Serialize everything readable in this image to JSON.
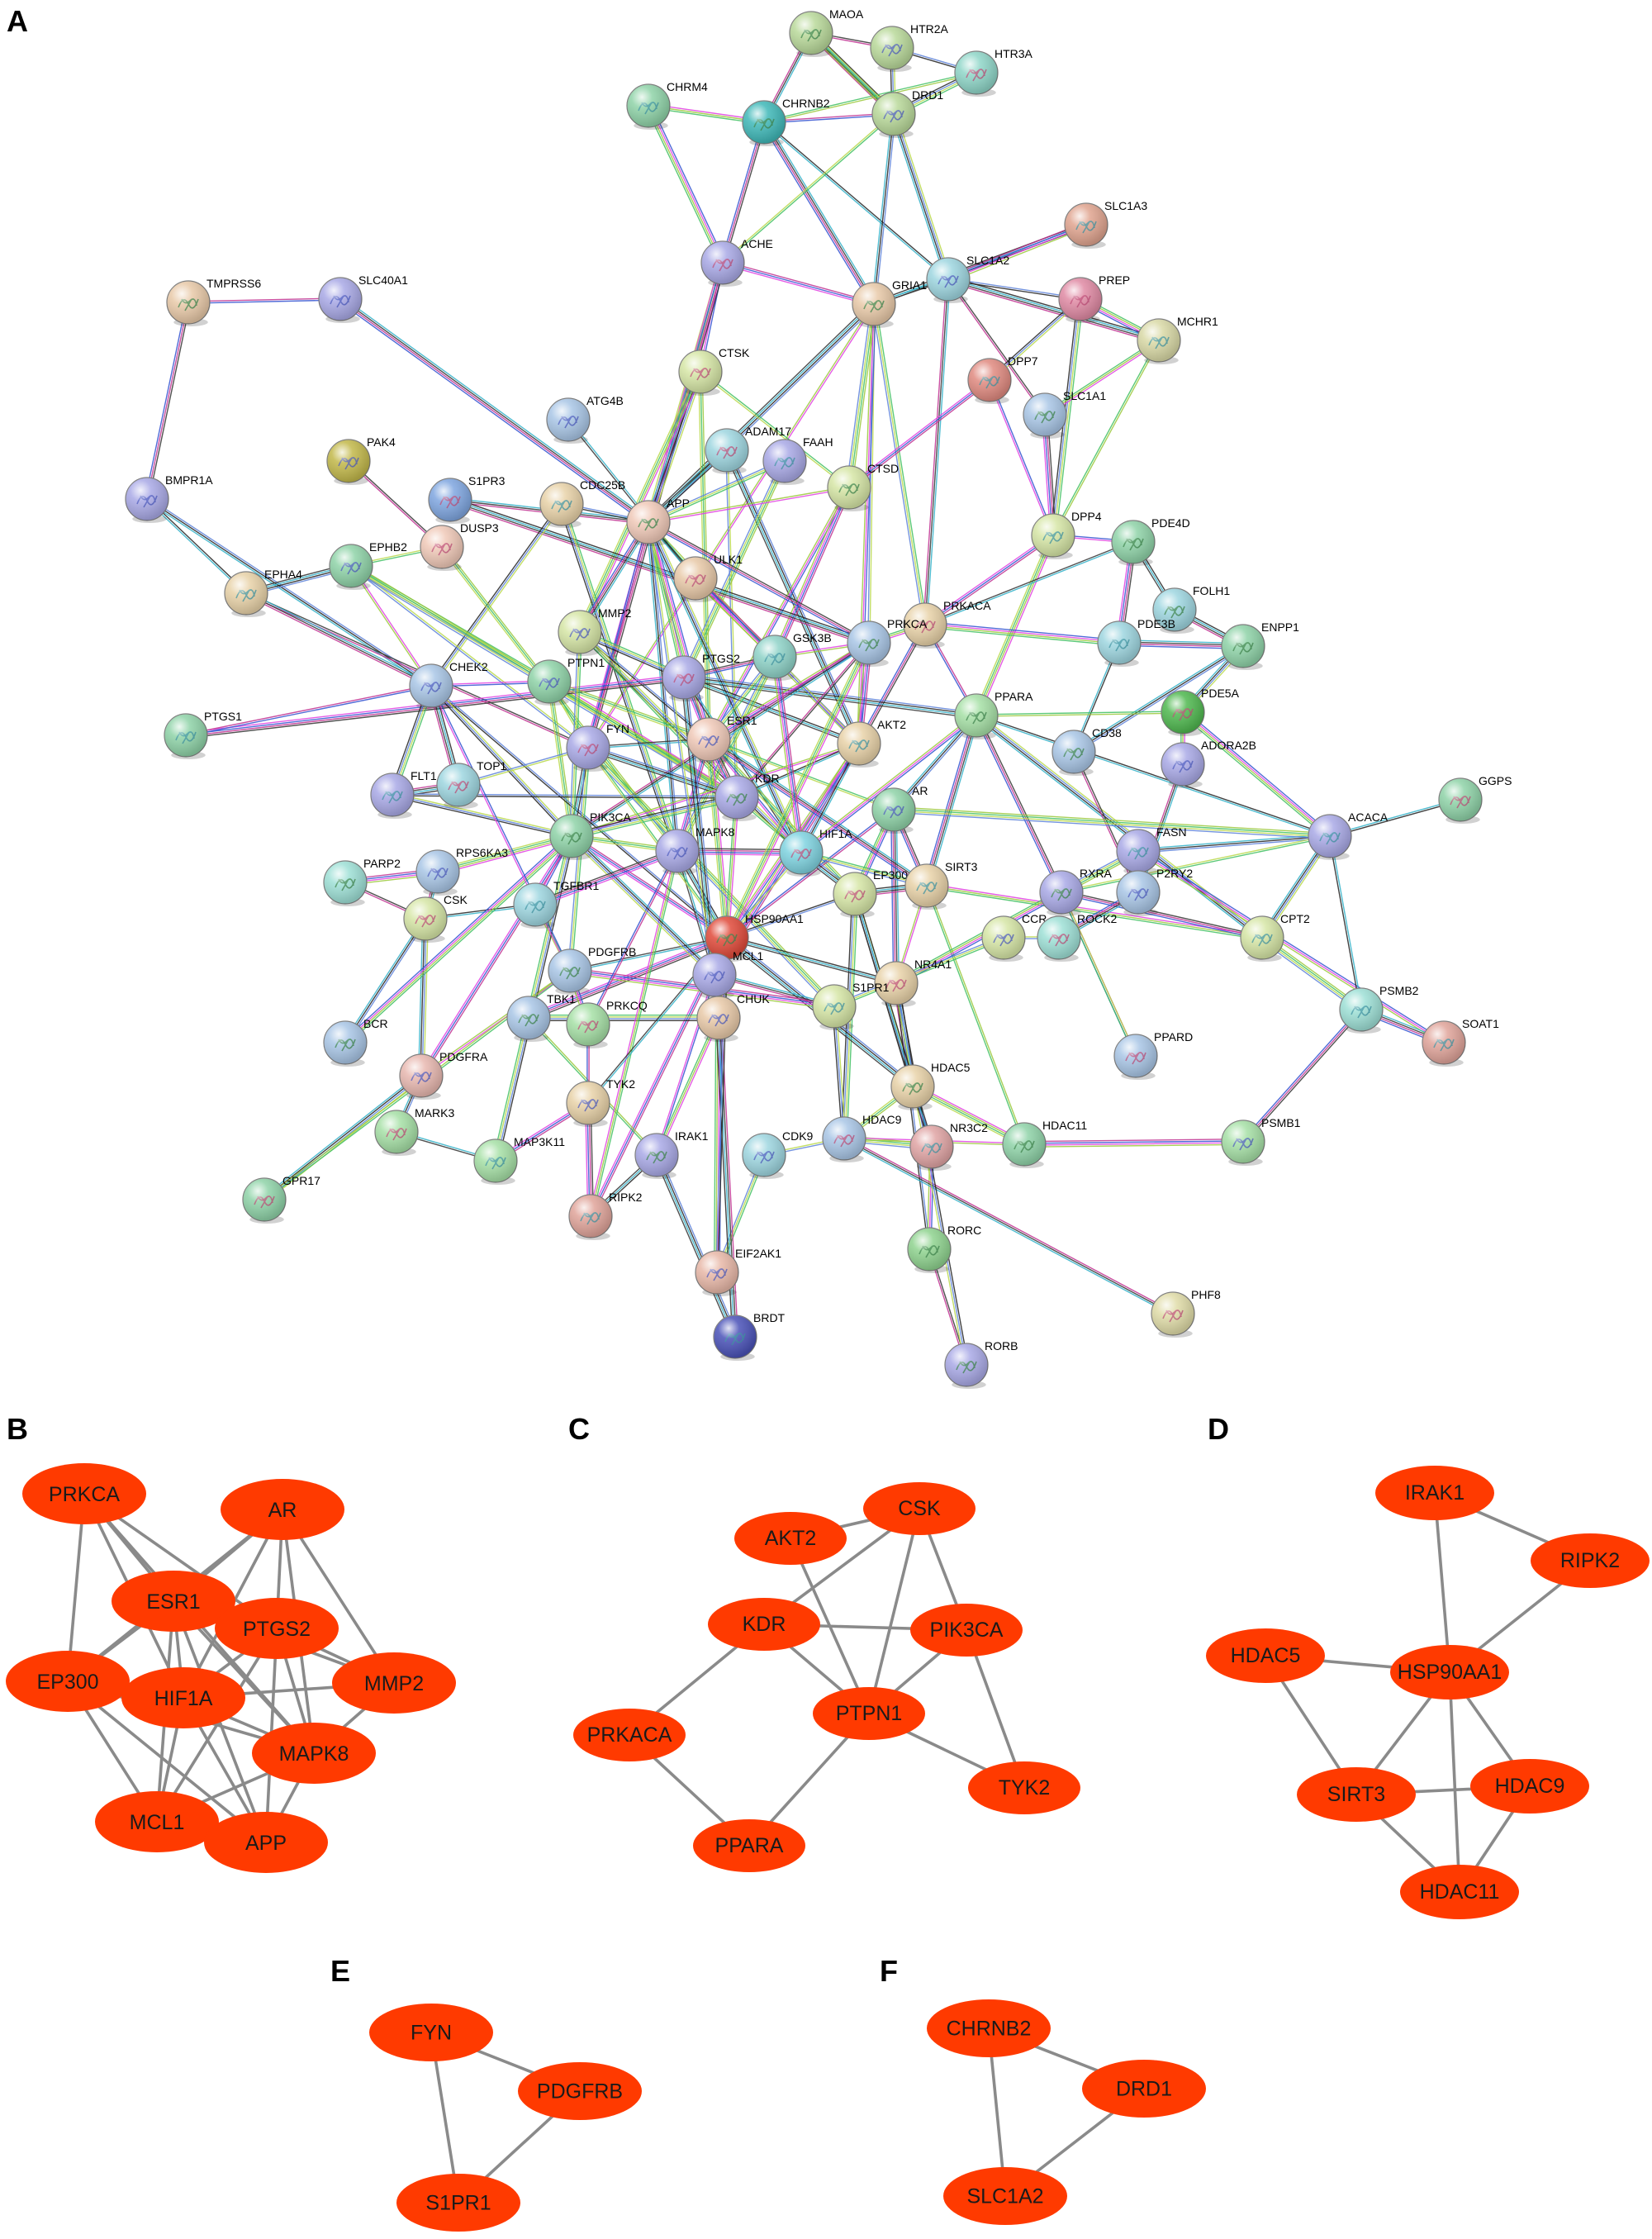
{
  "panel_A": {
    "letter": "A",
    "nodes": [
      {
        "label": "MAOA",
        "color": "#b9d99a"
      },
      {
        "label": "HTR2A",
        "color": "#b9d99a"
      },
      {
        "label": "HTR3A",
        "color": "#8fd6c8"
      },
      {
        "label": "CHRM4",
        "color": "#8fd3a8"
      },
      {
        "label": "CHRNB2",
        "color": "#3fb8b8"
      },
      {
        "label": "DRD1",
        "color": "#b9d99a"
      },
      {
        "label": "ACHE",
        "color": "#a9a9e6"
      },
      {
        "label": "SLC1A3",
        "color": "#e0a48f"
      },
      {
        "label": "GRIA1",
        "color": "#e8c9a8"
      },
      {
        "label": "SLC1A2",
        "color": "#9ed6e0"
      },
      {
        "label": "PREP",
        "color": "#e08aa4"
      },
      {
        "label": "MCHR1",
        "color": "#d9d9a6"
      },
      {
        "label": "TMPRSS6",
        "color": "#e8c9a8"
      },
      {
        "label": "SLC40A1",
        "color": "#a9a9e6"
      },
      {
        "label": "CTSK",
        "color": "#d6e6a6"
      },
      {
        "label": "DPP7",
        "color": "#e08a80"
      },
      {
        "label": "SLC1A1",
        "color": "#a9c6e6"
      },
      {
        "label": "ATG4B",
        "color": "#a9c6e6"
      },
      {
        "label": "ADAM17",
        "color": "#9ed6e0"
      },
      {
        "label": "FAAH",
        "color": "#a9a9e6"
      },
      {
        "label": "CTSD",
        "color": "#d6e6a6"
      },
      {
        "label": "PAK4",
        "color": "#c2b84a"
      },
      {
        "label": "S1PR3",
        "color": "#7fa6e0"
      },
      {
        "label": "CDC25B",
        "color": "#e8d2a8"
      },
      {
        "label": "APP",
        "color": "#f0c9b8"
      },
      {
        "label": "BMPR1A",
        "color": "#a9a9e6"
      },
      {
        "label": "DUSP3",
        "color": "#f0c9b8"
      },
      {
        "label": "DPP4",
        "color": "#d6e6a6"
      },
      {
        "label": "PDE4D",
        "color": "#8fd3a8"
      },
      {
        "label": "EPHB2",
        "color": "#8fd3a8"
      },
      {
        "label": "ULK1",
        "color": "#e8c9a8"
      },
      {
        "label": "EPHA4",
        "color": "#e8d2a8"
      },
      {
        "label": "FOLH1",
        "color": "#9ed6e0"
      },
      {
        "label": "MMP2",
        "color": "#d6e6a6"
      },
      {
        "label": "PRKACA",
        "color": "#e8d2a8"
      },
      {
        "label": "PDE3B",
        "color": "#9ed6e0"
      },
      {
        "label": "ENPP1",
        "color": "#8fd3a8"
      },
      {
        "label": "PTPN1",
        "color": "#8fd3a8"
      },
      {
        "label": "PTGS2",
        "color": "#a9a9e6"
      },
      {
        "label": "GSK3B",
        "color": "#8fd3c8"
      },
      {
        "label": "PRKCA",
        "color": "#a9c6e6"
      },
      {
        "label": "CHEK2",
        "color": "#a9c6e6"
      },
      {
        "label": "PDE5A",
        "color": "#4fb84f"
      },
      {
        "label": "PTGS1",
        "color": "#8fd3a8"
      },
      {
        "label": "PPARA",
        "color": "#a6e0a6"
      },
      {
        "label": "ESR1",
        "color": "#f0c9b8"
      },
      {
        "label": "FYN",
        "color": "#a9a9e6"
      },
      {
        "label": "AKT2",
        "color": "#e8d2a8"
      },
      {
        "label": "CD38",
        "color": "#a9c6e6"
      },
      {
        "label": "ADORA2B",
        "color": "#a9a9e6"
      },
      {
        "label": "TOP1",
        "color": "#9ed6e0"
      },
      {
        "label": "FLT1",
        "color": "#a9a9e6"
      },
      {
        "label": "KDR",
        "color": "#a9a9e6"
      },
      {
        "label": "AR",
        "color": "#8fd3a8"
      },
      {
        "label": "GGPS",
        "color": "#8fd3a8"
      },
      {
        "label": "ACACA",
        "color": "#a9a9e6"
      },
      {
        "label": "PIK3CA",
        "color": "#8fd3a8"
      },
      {
        "label": "MAPK8",
        "color": "#a9a9e6"
      },
      {
        "label": "HIF1A",
        "color": "#7fd3e0"
      },
      {
        "label": "FASN",
        "color": "#a9a9e6"
      },
      {
        "label": "PARP2",
        "color": "#9ee0d6"
      },
      {
        "label": "RPS6KA3",
        "color": "#a9c6e6"
      },
      {
        "label": "EP300",
        "color": "#d6e6a6"
      },
      {
        "label": "SIRT3",
        "color": "#e8d2a8"
      },
      {
        "label": "RXRA",
        "color": "#a9a9e6"
      },
      {
        "label": "P2RY2",
        "color": "#a9c6e6"
      },
      {
        "label": "CSK",
        "color": "#d6e6a6"
      },
      {
        "label": "TGFBR1",
        "color": "#9ed6e0"
      },
      {
        "label": "HSP90AA1",
        "color": "#e04a3a"
      },
      {
        "label": "CCR",
        "color": "#d6e6a6"
      },
      {
        "label": "ROCK2",
        "color": "#9ee0d6"
      },
      {
        "label": "CPT2",
        "color": "#d6e6a6"
      },
      {
        "label": "PDGFRB",
        "color": "#a9c6e6"
      },
      {
        "label": "MCL1",
        "color": "#a9a9e6"
      },
      {
        "label": "NR4A1",
        "color": "#e8d2a8"
      },
      {
        "label": "S1PR1",
        "color": "#d6e6a6"
      },
      {
        "label": "TBK1",
        "color": "#a9c6e6"
      },
      {
        "label": "CHUK",
        "color": "#e8c9a8"
      },
      {
        "label": "PRKCQ",
        "color": "#a6e0a6"
      },
      {
        "label": "PSMB2",
        "color": "#9ee0d6"
      },
      {
        "label": "BCR",
        "color": "#a9c6e6"
      },
      {
        "label": "PDGFRA",
        "color": "#e8b8b0"
      },
      {
        "label": "PPARD",
        "color": "#a9c6e6"
      },
      {
        "label": "SOAT1",
        "color": "#e0a49a"
      },
      {
        "label": "HDAC5",
        "color": "#e8d2a8"
      },
      {
        "label": "TYK2",
        "color": "#e8d2a8"
      },
      {
        "label": "MARK3",
        "color": "#a6e0a6"
      },
      {
        "label": "MAP3K11",
        "color": "#a6e0a6"
      },
      {
        "label": "IRAK1",
        "color": "#a9a9e6"
      },
      {
        "label": "CDK9",
        "color": "#9ed6e0"
      },
      {
        "label": "HDAC9",
        "color": "#a9c6e6"
      },
      {
        "label": "NR3C2",
        "color": "#e0a4a4"
      },
      {
        "label": "HDAC11",
        "color": "#8fd3a8"
      },
      {
        "label": "PSMB1",
        "color": "#a6e0a6"
      },
      {
        "label": "GPR17",
        "color": "#8fd3a8"
      },
      {
        "label": "RIPK2",
        "color": "#e0a49a"
      },
      {
        "label": "RORC",
        "color": "#8fd38f"
      },
      {
        "label": "EIF2AK1",
        "color": "#e8b8a8"
      },
      {
        "label": "PHF8",
        "color": "#e0dca8"
      },
      {
        "label": "BRDT",
        "color": "#4a52b8"
      },
      {
        "label": "RORB",
        "color": "#a9a9e6"
      }
    ],
    "edge_colors": [
      "#333333",
      "#e040e0",
      "#b8d84a",
      "#30b0c8",
      "#3050d0",
      "#40c060",
      "#202020",
      "#c03090",
      "#9ac83a",
      "#5a80d8"
    ]
  },
  "clusters": [
    {
      "letter": "B",
      "node_color": "#ff3a00",
      "edge_color": "#8a8a8a",
      "nodes": [
        "PRKCA",
        "AR",
        "ESR1",
        "PTGS2",
        "EP300",
        "HIF1A",
        "MMP2",
        "MAPK8",
        "MCL1",
        "APP"
      ]
    },
    {
      "letter": "C",
      "node_color": "#ff3a00",
      "edge_color": "#8a8a8a",
      "nodes": [
        "AKT2",
        "CSK",
        "KDR",
        "PIK3CA",
        "PTPN1",
        "PRKACA",
        "TYK2",
        "PPARA"
      ]
    },
    {
      "letter": "D",
      "node_color": "#ff3a00",
      "edge_color": "#8a8a8a",
      "nodes": [
        "IRAK1",
        "RIPK2",
        "HDAC5",
        "HSP90AA1",
        "SIRT3",
        "HDAC9",
        "HDAC11"
      ]
    },
    {
      "letter": "E",
      "node_color": "#ff3a00",
      "edge_color": "#8a8a8a",
      "nodes": [
        "FYN",
        "PDGFRB",
        "S1PR1"
      ]
    },
    {
      "letter": "F",
      "node_color": "#ff3a00",
      "edge_color": "#8a8a8a",
      "nodes": [
        "CHRNB2",
        "DRD1",
        "SLC1A2"
      ]
    }
  ]
}
